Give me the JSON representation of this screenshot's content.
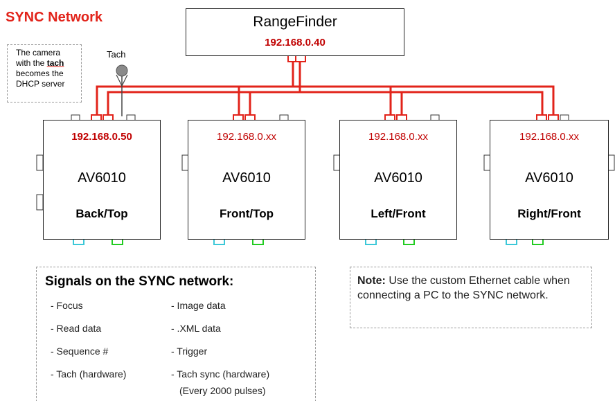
{
  "title": "SYNC Network",
  "dhcp_note": {
    "line1": "The camera",
    "line2_pre": "with the ",
    "line2_word": "tach",
    "line3": "becomes  the",
    "line4": "DHCP server"
  },
  "tach_label": "Tach",
  "rangefinder": {
    "name": "RangeFinder",
    "ip": "192.168.0.40"
  },
  "cameras": [
    {
      "ip": "192.168.0.50",
      "model": "AV6010",
      "position": "Back/Top"
    },
    {
      "ip": "192.168.0.xx",
      "model": "AV6010",
      "position": "Front/Top"
    },
    {
      "ip": "192.168.0.xx",
      "model": "AV6010",
      "position": "Left/Front"
    },
    {
      "ip": "192.168.0.xx",
      "model": "AV6010",
      "position": "Right/Front"
    }
  ],
  "signals": {
    "heading": "Signals on the SYNC network:",
    "left": [
      "- Focus",
      "- Read data",
      "- Sequence #",
      "- Tach (hardware)"
    ],
    "right": [
      "- Image data",
      "- .XML data",
      "- Trigger",
      "- Tach sync (hardware)",
      "(Every 2000 pulses)"
    ]
  },
  "note": {
    "label": "Note:",
    "text": " Use the custom Ethernet cable when connecting a PC to the SYNC network."
  },
  "colors": {
    "title": "#e2231a",
    "wire": "#e2231a",
    "ip": "#c00000",
    "port_cyan": "#3cc8d8",
    "port_green": "#22cc22"
  }
}
